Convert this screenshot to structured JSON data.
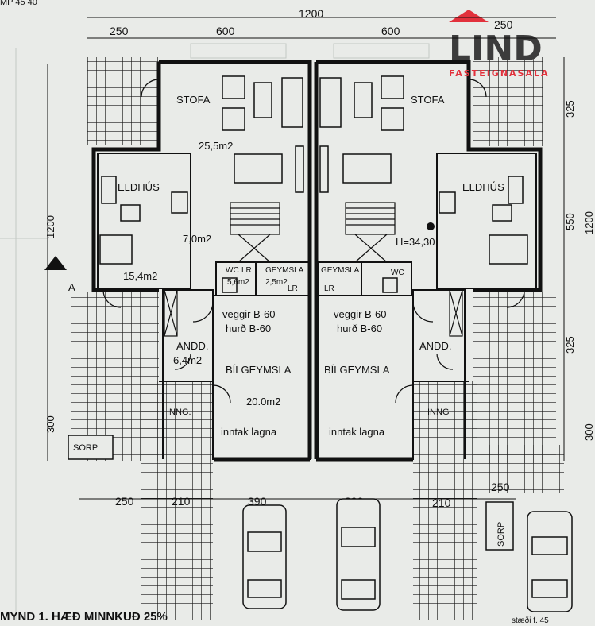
{
  "header": {
    "clipped_label": "MP 45 40",
    "overall_width": "1200",
    "dim_left_top": "250",
    "dim_mid_left_top": "600",
    "dim_mid_right_top": "600",
    "dim_right_top": "250"
  },
  "logo": {
    "brand": "LIND",
    "subtitle": "FASTEIGNASALA",
    "brand_color": "#3c3c3c",
    "accent_color": "#e2313c"
  },
  "rooms": {
    "left": {
      "stofa": "STOFA",
      "stofa_area": "25,5m2",
      "eldhus": "ELDHÚS",
      "eldhus_area": "15,4m2",
      "hall_area": "7,0m2",
      "wc": "WC",
      "lr": "LR",
      "wc_area": "5,6m2",
      "geymsla": "GEYMSLA",
      "geymsla_area": "2,5m2",
      "geymsla_lr": "LR",
      "andd": "ANDD.",
      "andd_area": "6,4m2",
      "walls_note": "veggir  B-60",
      "door_note": "hurð  B-60",
      "bilgeymsla": "BÍLGEYMSLA",
      "bilgeymsla_area": "20.0m2",
      "inntak": "inntak  lagna",
      "inng": "INNG."
    },
    "right": {
      "stofa": "STOFA",
      "eldhus": "ELDHÚS",
      "height_note": "H=34,30",
      "geymsla": "GEYMSLA",
      "lr": "LR",
      "wc": "WC",
      "andd": "ANDD.",
      "walls_note": "veggir  B-60",
      "door_note": "hurð  B-60",
      "bilgeymsla": "BÍLGEYMSLA",
      "inntak": "inntak  lagna",
      "inng": "INNG"
    }
  },
  "dims_left": {
    "total": "1200",
    "lower": "300",
    "section_marker": "A"
  },
  "dims_right": {
    "upper": "325",
    "middle": "550",
    "lower_a": "325",
    "lower_b": "300",
    "total": "1200"
  },
  "dims_bottom": {
    "d1": "250",
    "d2": "210",
    "d3": "390",
    "d4": "390",
    "d5": "210",
    "d6": "250",
    "sorp_left": "SORP",
    "sorp_right": "SORP"
  },
  "footer": {
    "caption": "MYND 1. HÆÐ MINNKUÐ 25%",
    "parking_note": "stæði f. 45"
  }
}
